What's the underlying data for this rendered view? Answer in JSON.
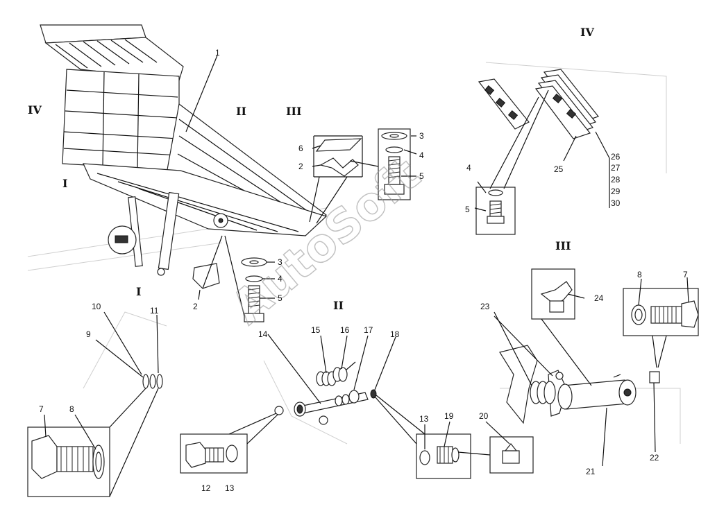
{
  "watermark": "AutoSoft",
  "roman_labels": {
    "iv_left": "IV",
    "ii_top": "II",
    "iii_top": "III",
    "i_left": "I",
    "iv_right": "IV",
    "iii_right": "III",
    "i_bottom": "I",
    "ii_bottom": "II"
  },
  "part_numbers": {
    "n1": "1",
    "n6": "6",
    "n2_top": "2",
    "n3_top": "3",
    "n4_top": "4",
    "n5_top": "5",
    "n3_mid": "3",
    "n4_mid": "4",
    "n5_mid": "5",
    "n2_mid": "2",
    "n4_box": "4",
    "n5_box": "5",
    "n25": "25",
    "n26": "26",
    "n27": "27",
    "n28": "28",
    "n29": "29",
    "n30": "30",
    "n10": "10",
    "n11": "11",
    "n9": "9",
    "n7_left": "7",
    "n8_left": "8",
    "n14": "14",
    "n15": "15",
    "n16": "16",
    "n17": "17",
    "n18": "18",
    "n12": "12",
    "n13_left": "13",
    "n13_right": "13",
    "n19": "19",
    "n20": "20",
    "n23": "23",
    "n24": "24",
    "n8_right": "8",
    "n7_right": "7",
    "n21": "21",
    "n22": "22"
  }
}
